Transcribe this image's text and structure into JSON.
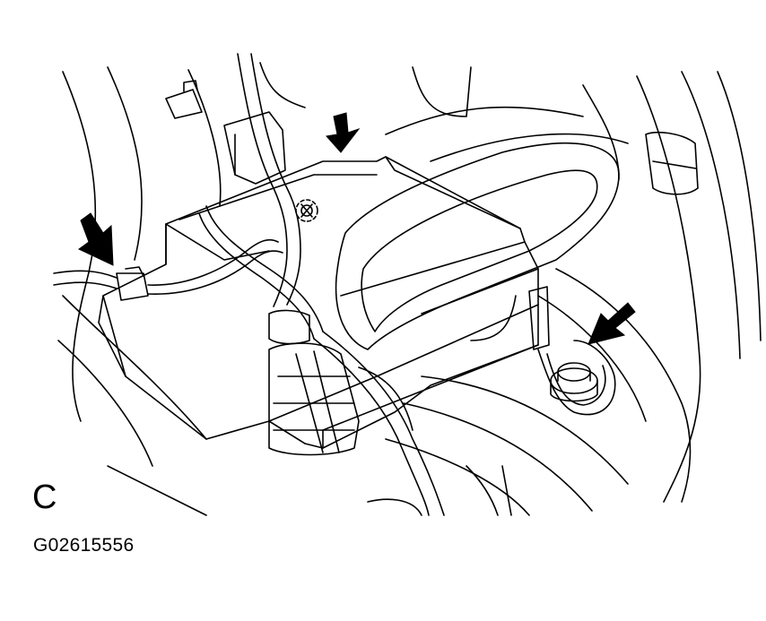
{
  "figure": {
    "view_letter": "C",
    "figure_code": "G02615556",
    "line_color": "#000000",
    "background_color": "#ffffff"
  },
  "callouts": [
    {
      "name": "arrow-top-screw",
      "icon": "down-arrow-icon"
    },
    {
      "name": "arrow-left-connector",
      "icon": "down-arrow-icon"
    },
    {
      "name": "arrow-right-bolt",
      "icon": "down-arrow-icon"
    }
  ]
}
